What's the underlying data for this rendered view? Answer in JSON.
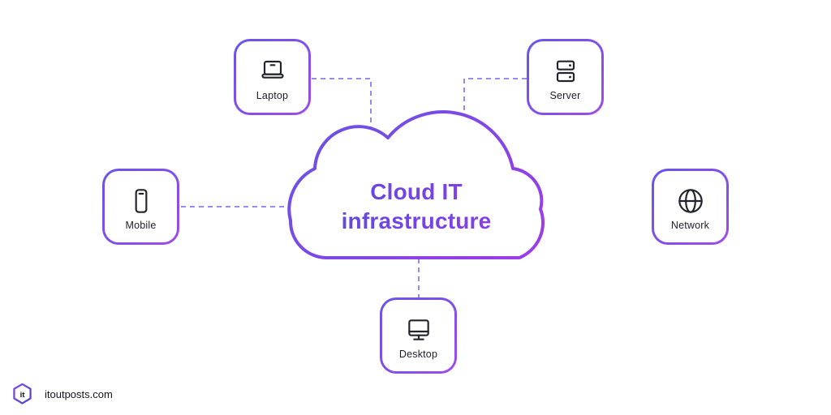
{
  "diagram": {
    "title": {
      "line1": "Cloud IT",
      "line2": "infrastructure"
    },
    "center": {
      "id": "cloud",
      "label": "Cloud IT infrastructure"
    },
    "nodes": [
      {
        "id": "laptop",
        "label": "Laptop",
        "icon": "laptop-icon",
        "position": "top-left"
      },
      {
        "id": "server",
        "label": "Server",
        "icon": "server-icon",
        "position": "top-right"
      },
      {
        "id": "mobile",
        "label": "Mobile",
        "icon": "mobile-icon",
        "position": "left"
      },
      {
        "id": "network",
        "label": "Network",
        "icon": "globe-icon",
        "position": "right"
      },
      {
        "id": "desktop",
        "label": "Desktop",
        "icon": "desktop-icon",
        "position": "bottom"
      }
    ],
    "connections": [
      {
        "from": "laptop",
        "to": "cloud",
        "style": "dashed"
      },
      {
        "from": "server",
        "to": "cloud",
        "style": "dashed"
      },
      {
        "from": "mobile",
        "to": "cloud",
        "style": "dashed"
      },
      {
        "from": "desktop",
        "to": "cloud",
        "style": "dashed"
      }
    ]
  },
  "footer": {
    "website": "itoutposts.com",
    "logo_mark": "it"
  },
  "colors": {
    "box_gradient_start": "#6B54E8",
    "box_gradient_end": "#A04BE9",
    "cloud_gradient_start": "#6B51E6",
    "cloud_gradient_end": "#9B3DE8",
    "connector": "#8A7CF0",
    "title_gradient_start": "#5B4CDD",
    "title_gradient_end": "#8F3BEC",
    "icon_stroke": "#23232E",
    "label_text": "#1D1D27",
    "background": "#FFFFFF"
  }
}
